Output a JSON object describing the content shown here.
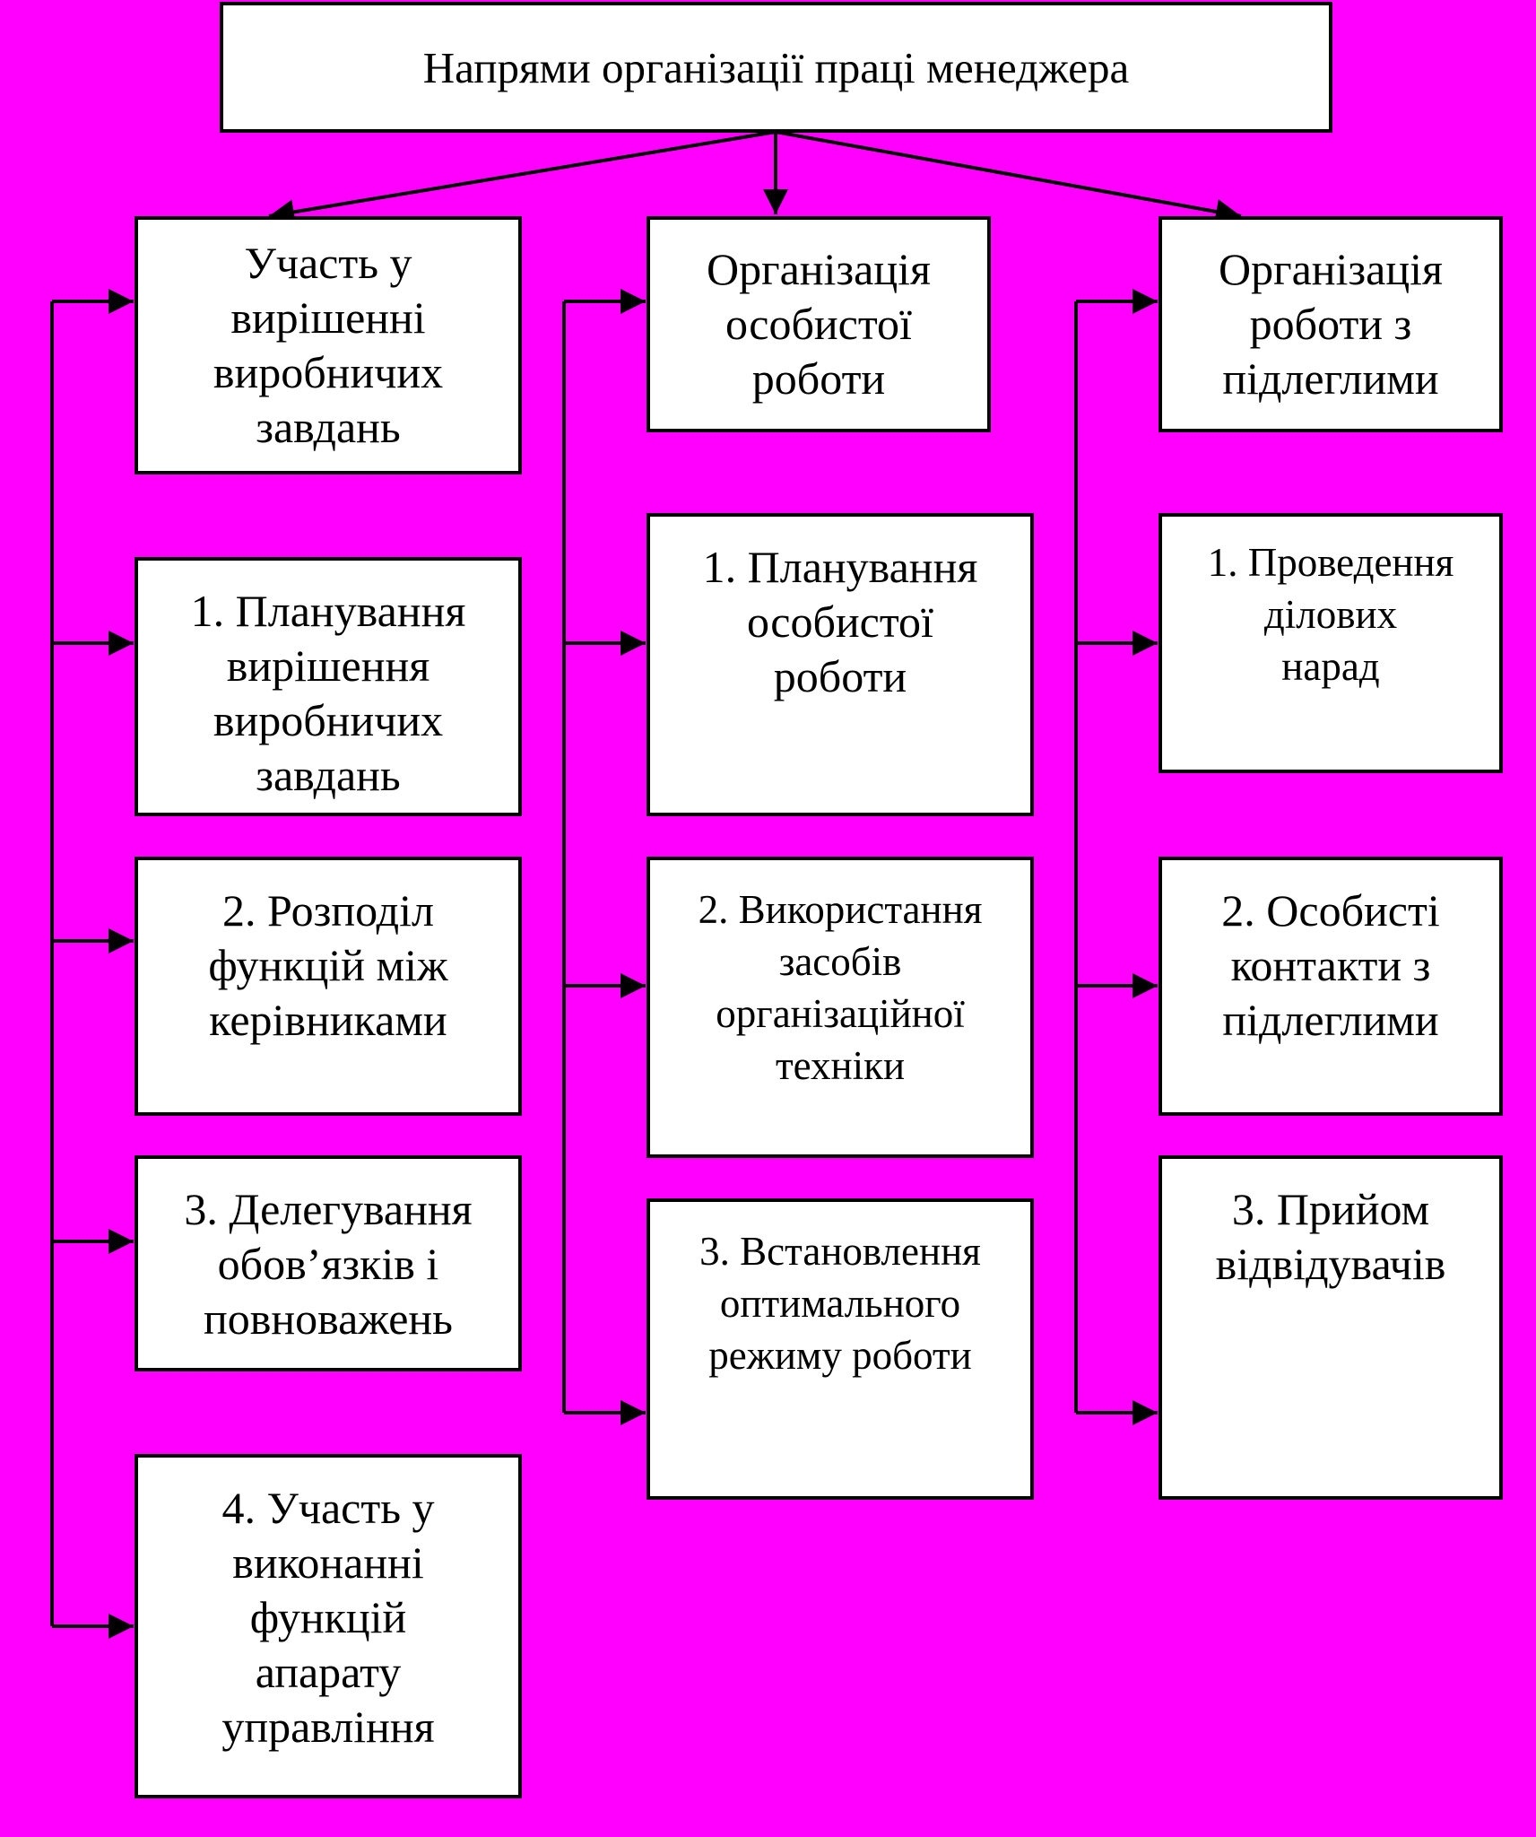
{
  "colors": {
    "background": "#ff00ff",
    "box": "#ffffff",
    "line": "#000000"
  },
  "title": "Напрями організації праці менеджера",
  "columns": [
    {
      "heading": "Участь у\nвирішенні\nвиробничих\nзавдань",
      "items": [
        "1. Планування\nвирішення\nвиробничих\nзавдань",
        "2. Розподіл\nфункцій між\nкерівниками",
        "3. Делегування\nобов’язків і\nповноважень",
        "4. Участь у\nвиконанні\nфункцій\nапарату\nуправління"
      ]
    },
    {
      "heading": "Організація\nособистої\nроботи",
      "items": [
        "1. Планування\nособистої\nроботи",
        "2. Використання\nзасобів\nорганізаційної\nтехніки",
        "3. Встановлення\nоптимального\nрежиму роботи"
      ]
    },
    {
      "heading": "Організація\nроботи з\nпідлеглими",
      "items": [
        "1. Проведення\nділових\nнарад",
        "2. Особисті\nконтакти з\nпідлеглими",
        "3. Прийом\nвідвідувачів"
      ]
    }
  ]
}
